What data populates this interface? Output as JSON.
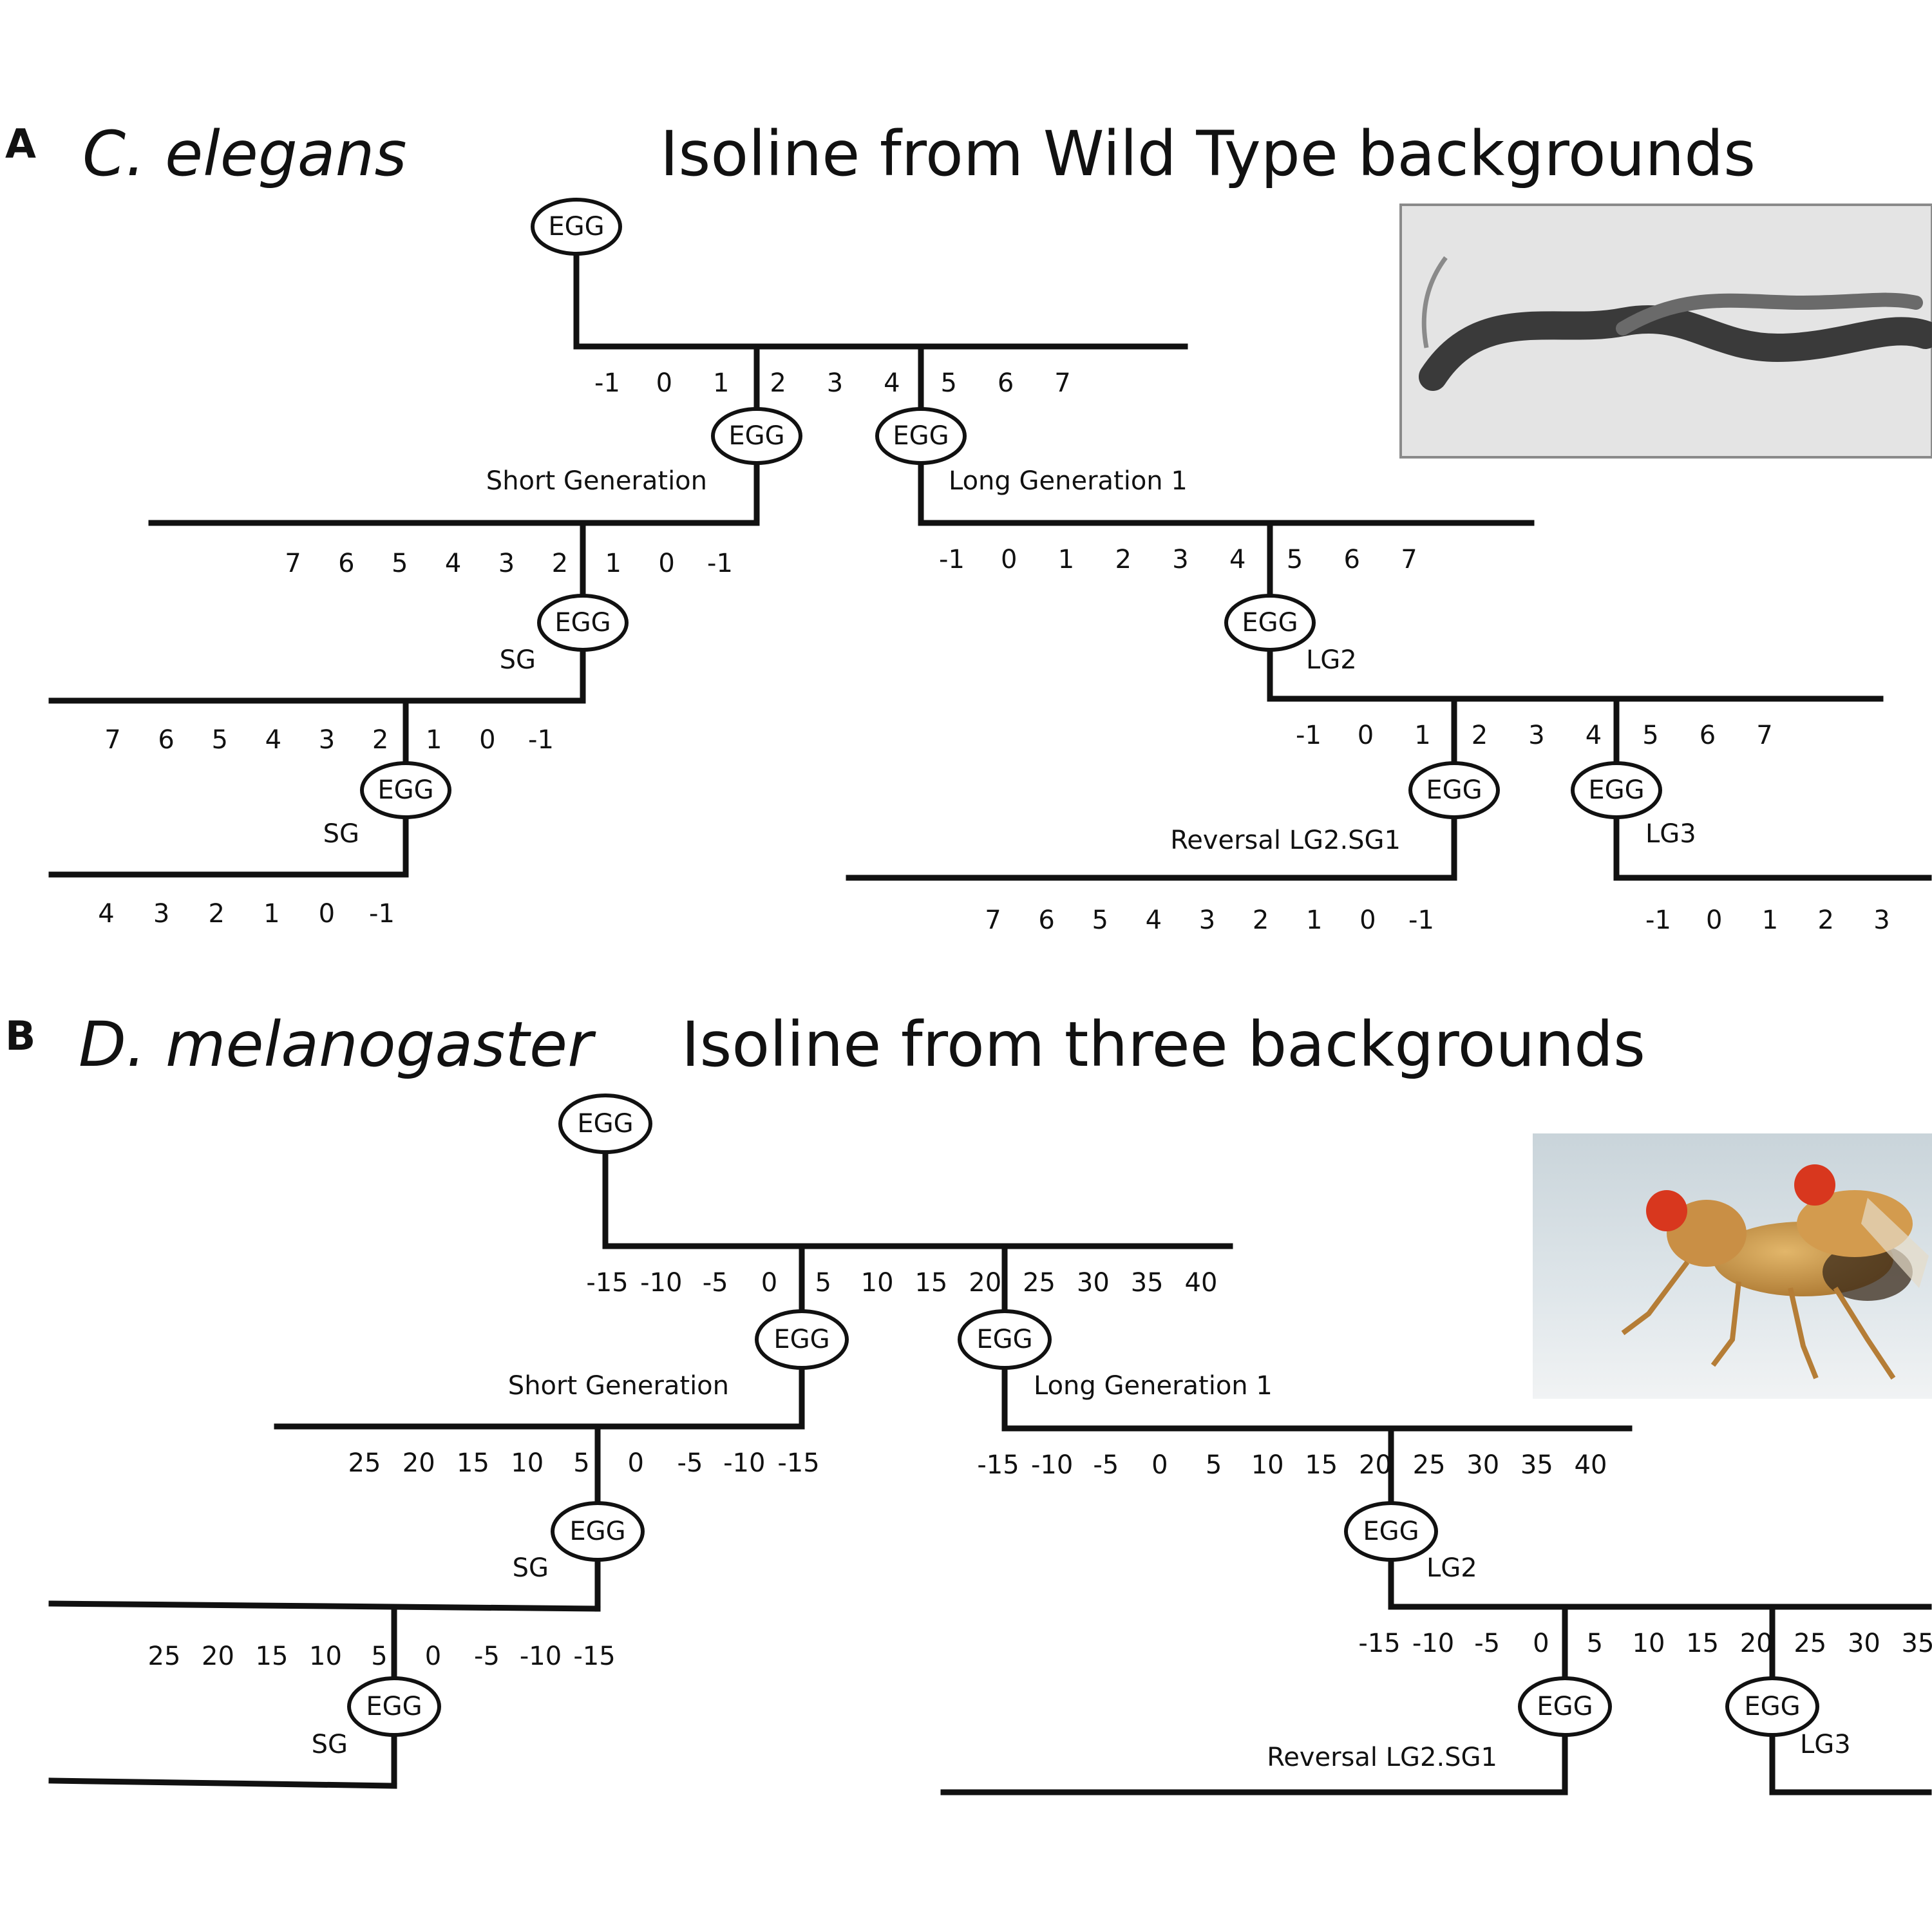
{
  "panel_a": {
    "letter": "A",
    "species": "C. elegans",
    "title": "Isoline from Wild Type backgrounds",
    "egg_label": "EGG",
    "ticks": {
      "root": [
        "-1",
        "0",
        "1",
        "2",
        "3",
        "4",
        "5",
        "6",
        "7"
      ],
      "short_gen": [
        "7",
        "6",
        "5",
        "4",
        "3",
        "2",
        "1",
        "0",
        "-1"
      ],
      "long_gen": [
        "-1",
        "0",
        "1",
        "2",
        "3",
        "4",
        "5",
        "6",
        "7"
      ],
      "sg_2": [
        "7",
        "6",
        "5",
        "4",
        "3",
        "2",
        "1",
        "0",
        "-1"
      ],
      "sg_3": [
        "4",
        "3",
        "2",
        "1",
        "0",
        "-1"
      ],
      "lg2": [
        "-1",
        "0",
        "1",
        "2",
        "3",
        "4",
        "5",
        "6",
        "7"
      ],
      "reversal": [
        "7",
        "6",
        "5",
        "4",
        "3",
        "2",
        "1",
        "0",
        "-1"
      ],
      "lg3": [
        "-1",
        "0",
        "1",
        "2",
        "3"
      ]
    },
    "labels": {
      "short_generation": "Short Generation",
      "long_generation": "Long Generation 1",
      "sg": "SG",
      "lg2": "LG2",
      "reversal": "Reversal LG2.SG1",
      "lg3": "LG3"
    }
  },
  "panel_b": {
    "letter": "B",
    "species": "D. melanogaster",
    "title": "Isoline  from three backgrounds",
    "egg_label": "EGG",
    "ticks": {
      "root": [
        "-15",
        "-10",
        "-5",
        "0",
        "5",
        "10",
        "15",
        "20",
        "25",
        "30",
        "35",
        "40"
      ],
      "short_gen": [
        "25",
        "20",
        "15",
        "10",
        "5",
        "0",
        "-5",
        "-10",
        "-15"
      ],
      "long_gen": [
        "-15",
        "-10",
        "-5",
        "0",
        "5",
        "10",
        "15",
        "20",
        "25",
        "30",
        "35",
        "40"
      ],
      "sg_2": [
        "25",
        "20",
        "15",
        "10",
        "5",
        "0",
        "-5",
        "-10",
        "-15"
      ],
      "lg2": [
        "-15",
        "-10",
        "-5",
        "0",
        "5",
        "10",
        "15",
        "20",
        "25",
        "30",
        "35"
      ]
    },
    "labels": {
      "short_generation": "Short Generation",
      "long_generation": "Long Generation 1",
      "sg": "SG",
      "lg2": "LG2",
      "reversal": "Reversal LG2.SG1",
      "lg3": "LG3"
    }
  }
}
